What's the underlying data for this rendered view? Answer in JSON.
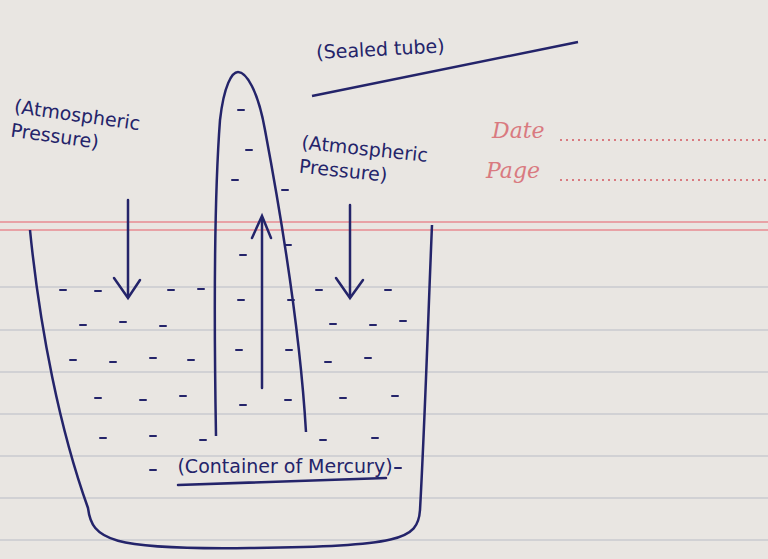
{
  "diagram": {
    "labels": [
      "(Sealed tube)",
      "(Atmospheric Pressure)",
      "(Atmospheric Pressure)",
      "(Container of Mercury)",
      "Date",
      "Page"
    ]
  }
}
